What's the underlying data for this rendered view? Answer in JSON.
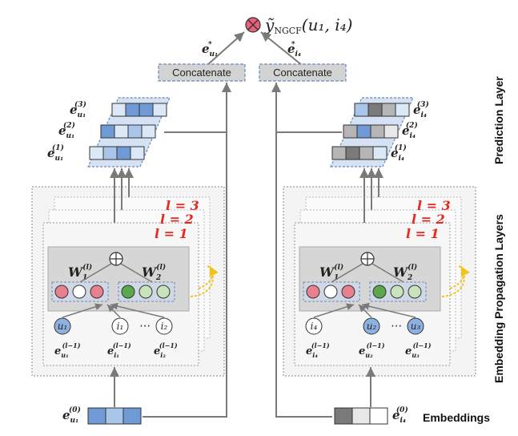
{
  "output": {
    "label": "ỹ",
    "sub": "NGCF",
    "args": "(u₁, i₄)"
  },
  "side_labels": {
    "prediction": "Prediction Layer",
    "propagation": "Embedding Propagation Layers",
    "embeddings": "Embeddings"
  },
  "concat": {
    "left": "Concatenate",
    "right": "Concatenate"
  },
  "user": {
    "star": {
      "base": "e",
      "sub": "u₁",
      "sup": "*"
    },
    "layers": [
      {
        "base": "e",
        "sub": "u₁",
        "sup": "(3)"
      },
      {
        "base": "e",
        "sub": "u₁",
        "sup": "(2)"
      },
      {
        "base": "e",
        "sub": "u₁",
        "sup": "(1)"
      }
    ],
    "emb0": {
      "base": "e",
      "sub": "u₁",
      "sup": "(0)"
    },
    "layer_tags": [
      "l = 3",
      "l = 2",
      "l = 1"
    ],
    "w1": {
      "base": "W",
      "sub": "1",
      "sup": "(l)"
    },
    "w2": {
      "base": "W",
      "sub": "2",
      "sup": "(l)"
    },
    "nodes": [
      {
        "text": "u₁",
        "filled": true
      },
      {
        "text": "i₁",
        "filled": false
      },
      {
        "text": "⋯",
        "filled": false
      },
      {
        "text": "i₂",
        "filled": false
      }
    ],
    "node_embs": [
      {
        "base": "e",
        "sub": "u₁",
        "sup": "(l−1)"
      },
      {
        "base": "e",
        "sub": "i₁",
        "sup": "(l−1)"
      },
      {
        "base": "e",
        "sub": "i₂",
        "sup": "(l−1)"
      }
    ]
  },
  "item": {
    "star": {
      "base": "e",
      "sub": "i₄",
      "sup": "*"
    },
    "layers": [
      {
        "base": "e",
        "sub": "i₄",
        "sup": "(3)"
      },
      {
        "base": "e",
        "sub": "i₄",
        "sup": "(2)"
      },
      {
        "base": "e",
        "sub": "i₄",
        "sup": "(1)"
      }
    ],
    "emb0": {
      "base": "e",
      "sub": "i₄",
      "sup": "(0)"
    },
    "layer_tags": [
      "l = 3",
      "l = 2",
      "l = 1"
    ],
    "w1": {
      "base": "W",
      "sub": "1",
      "sup": "(l)"
    },
    "w2": {
      "base": "W",
      "sub": "2",
      "sup": "(l)"
    },
    "nodes": [
      {
        "text": "i₄",
        "filled": false
      },
      {
        "text": "u₂",
        "filled": true
      },
      {
        "text": "⋯",
        "filled": false
      },
      {
        "text": "u₃",
        "filled": true
      }
    ],
    "node_embs": [
      {
        "base": "e",
        "sub": "i₄",
        "sup": "(l−1)"
      },
      {
        "base": "e",
        "sub": "u₂",
        "sup": "(l−1)"
      },
      {
        "base": "e",
        "sub": "u₃",
        "sup": "(l−1)"
      }
    ]
  },
  "colors": {
    "user_blue_light": "#dbe8f6",
    "user_blue_mid": "#a9c6ea",
    "user_blue_dark": "#6f9ad6",
    "item_gray_light": "#e8e8e8",
    "item_gray_mid": "#b5b5b5",
    "item_gray_dark": "#7a7a7a",
    "pink": "#e8808f",
    "green": "#5aa84a",
    "light_green": "#c8e4bc",
    "output_red": "#e8607a",
    "layer_tag_red": "#e8281f",
    "feedback_yellow": "#f0c419"
  }
}
